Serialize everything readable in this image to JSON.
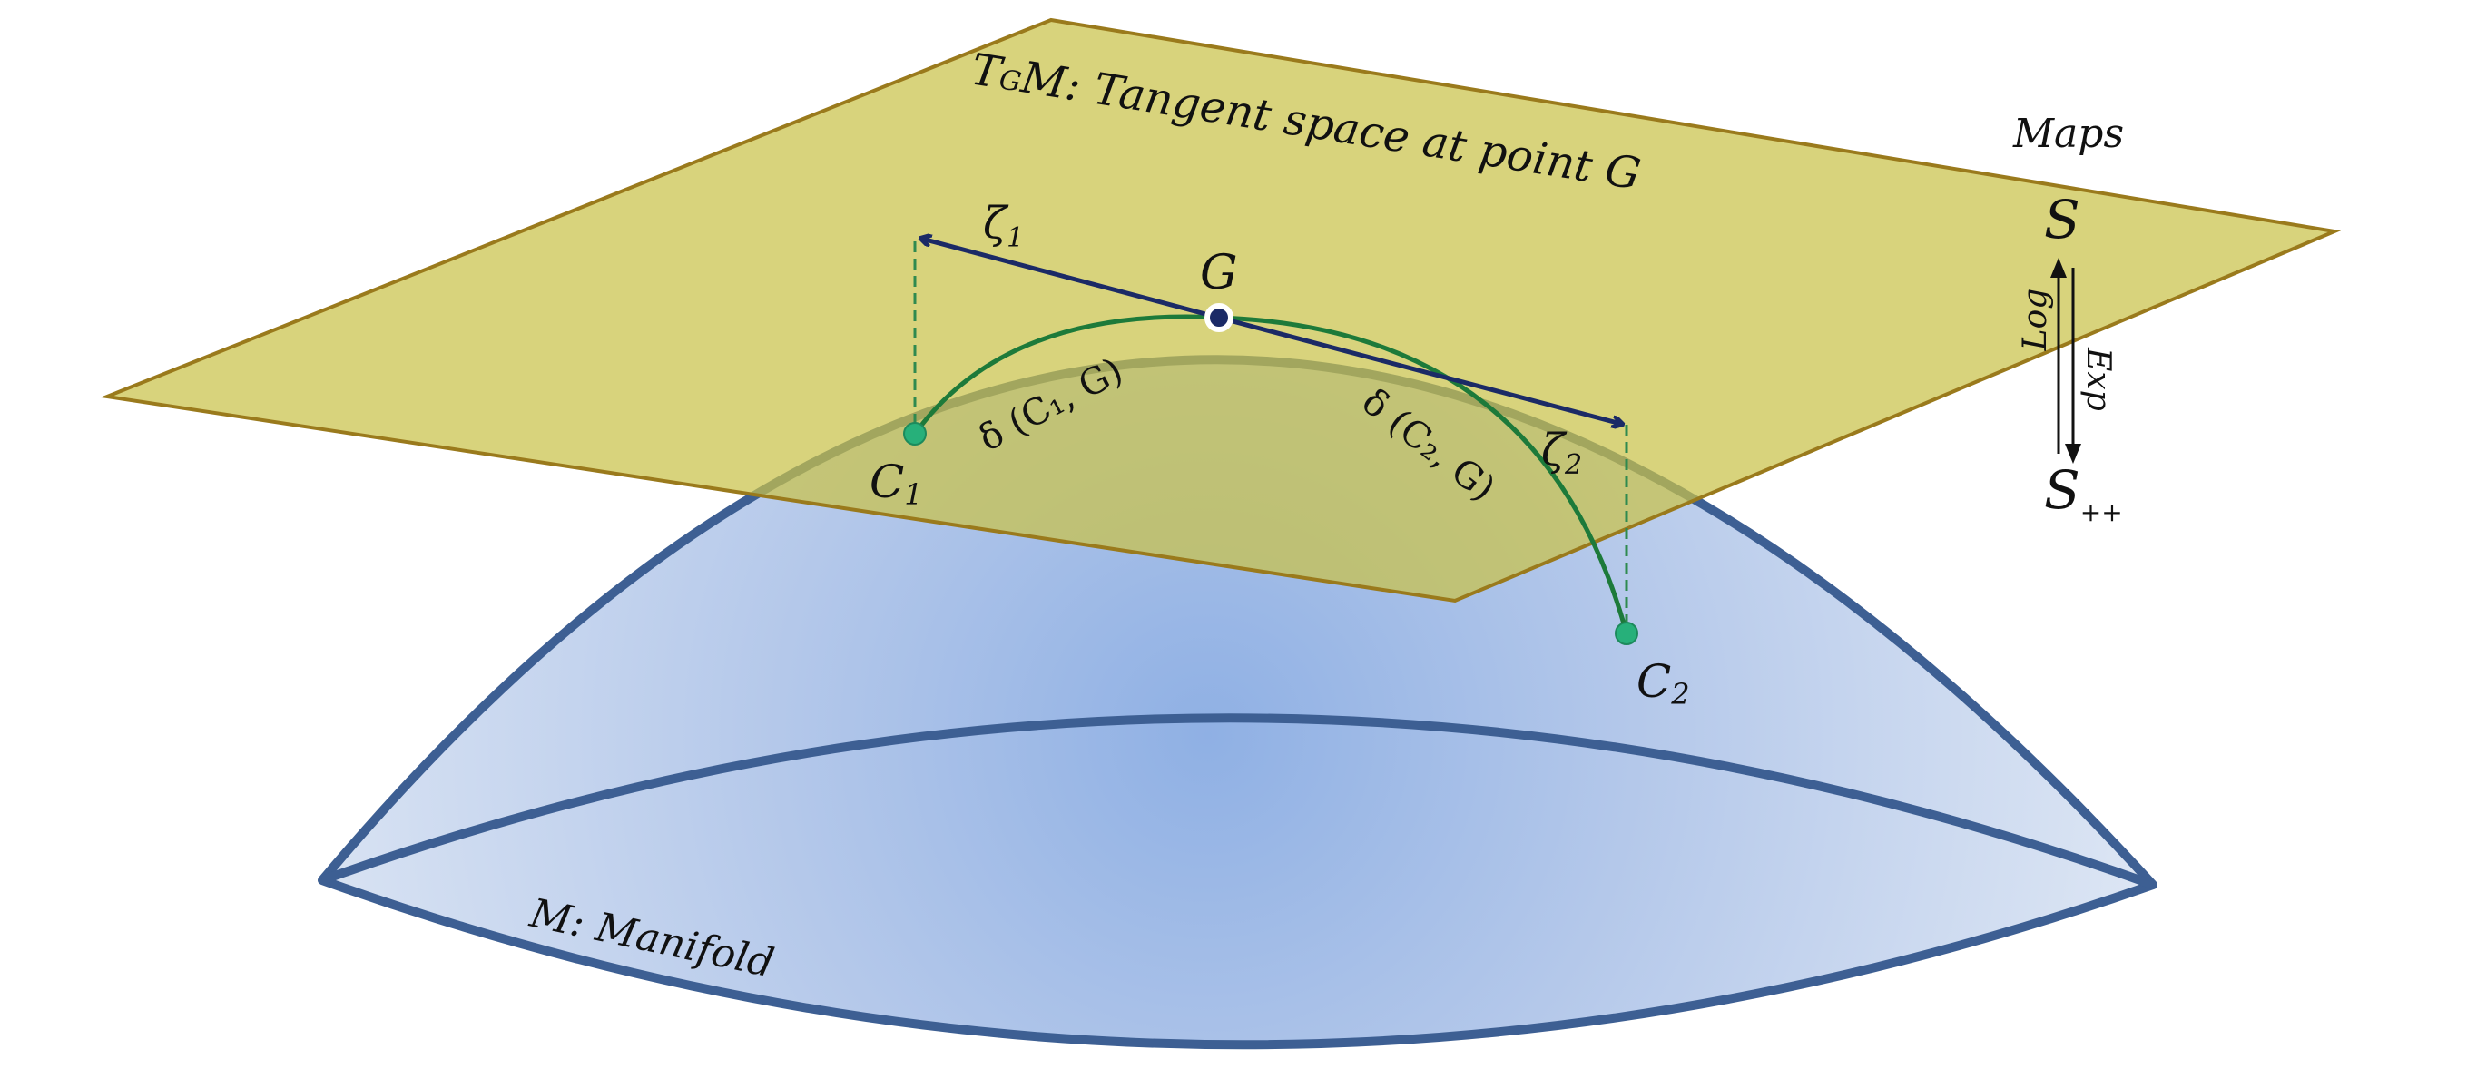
{
  "plane_label": {
    "prefix": "T",
    "sub": "G",
    "rest": "M: Tangent space at point G"
  },
  "manifold_label": "M: Manifold",
  "maps": {
    "title": "Maps",
    "top_symbol": "S",
    "bottom_symbol": "S",
    "bottom_subscript": "++",
    "log_label": "Log",
    "exp_label": "Exp"
  },
  "points": {
    "G": "G",
    "C1": {
      "main": "C",
      "sub": "1"
    },
    "C2": {
      "main": "C",
      "sub": "2"
    }
  },
  "vectors": {
    "zeta1": {
      "main": "ζ",
      "sub": "1"
    },
    "zeta2": {
      "main": "ζ",
      "sub": "2"
    }
  },
  "distances": {
    "d1": "δ (C₁, G)",
    "d2": "δ (C₂, G)"
  },
  "colors": {
    "plane_fill": "#c9c24a",
    "plane_stroke": "#9a7a1c",
    "manifold_fill": "#b9cbe9",
    "manifold_stroke": "#3d5f93",
    "geodesic": "#1d7a3a",
    "point_fill": "#27b07a",
    "vector": "#1b2a66",
    "dashed": "#2f8a4f"
  }
}
